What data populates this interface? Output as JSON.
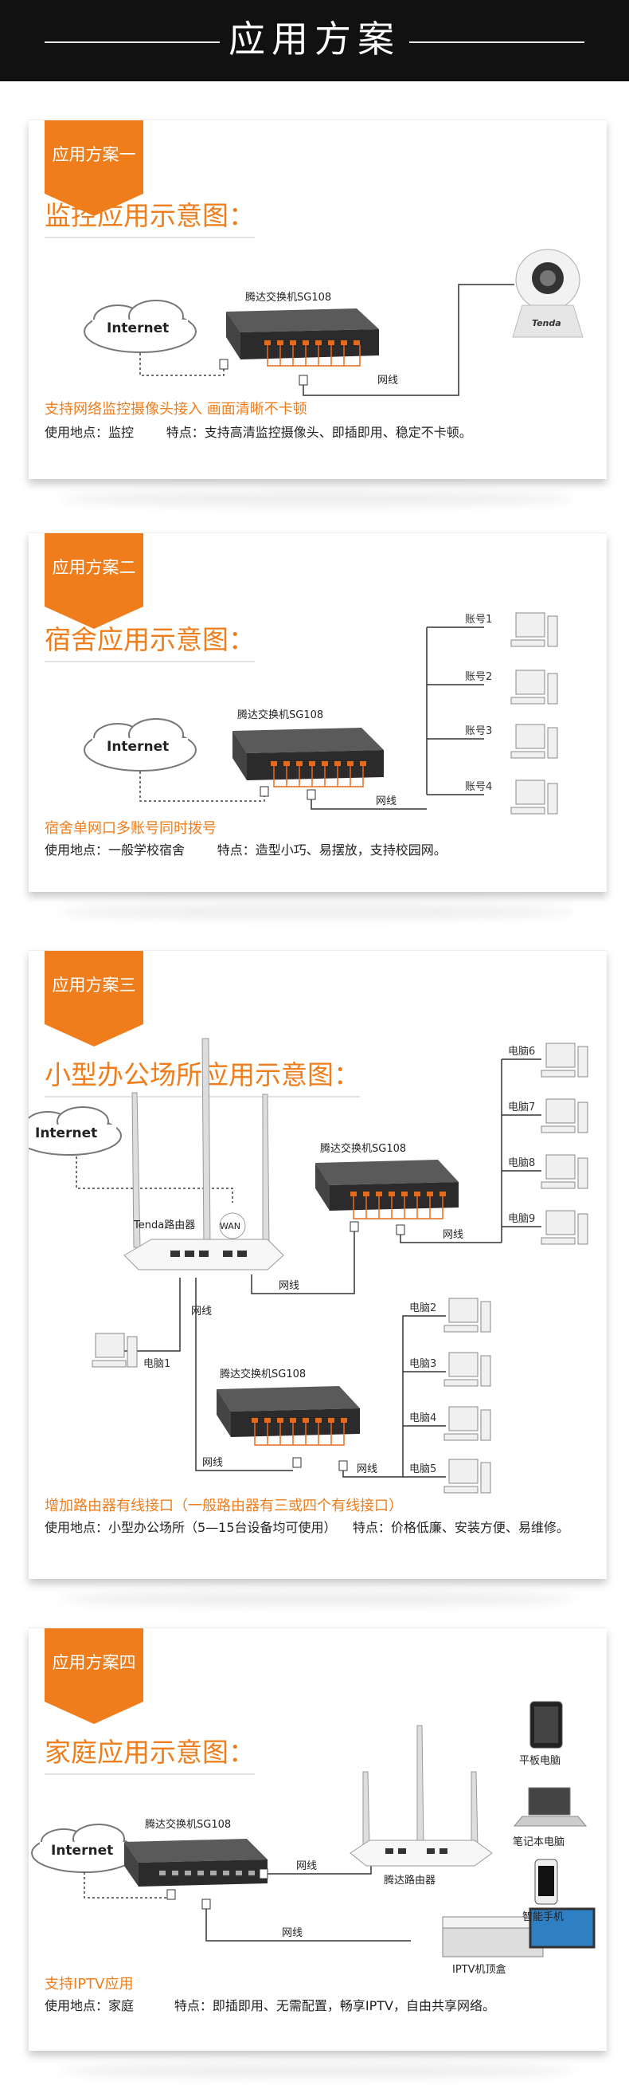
{
  "page": {
    "title": "应用方案"
  },
  "labels": {
    "internet": "Internet",
    "cable": "网线",
    "switch": "腾达交换机SG108",
    "wan": "WAN",
    "camera_brand": "Tenda"
  },
  "scenarios": [
    {
      "tag": "应用方案一",
      "title": "监控应用示意图：",
      "highlight": "支持网络监控摄像头接入  画面清晰不卡顿",
      "detail": "使用地点：监控        特点：支持高清监控摄像头、即插即用、稳定不卡顿。"
    },
    {
      "tag": "应用方案二",
      "title": "宿舍应用示意图：",
      "highlight": "宿舍单网口多账号同时拨号",
      "detail": "使用地点：一般学校宿舍        特点：造型小巧、易摆放，支持校园网。",
      "accounts": [
        "账号1",
        "账号2",
        "账号3",
        "账号4"
      ]
    },
    {
      "tag": "应用方案三",
      "title": "小型办公场所应用示意图：",
      "highlight": "增加路由器有线接口（一般路由器有三或四个有线接口）",
      "detail": "使用地点：小型办公场所（5—15台设备均可使用）    特点：价格低廉、安装方便、易维修。",
      "router_label": "Tenda路由器",
      "pc1": "电脑1",
      "pcs_upper": [
        "电脑6",
        "电脑7",
        "电脑8",
        "电脑9"
      ],
      "pcs_lower": [
        "电脑2",
        "电脑3",
        "电脑4",
        "电脑5"
      ]
    },
    {
      "tag": "应用方案四",
      "title": "家庭应用示意图：",
      "highlight": "支持IPTV应用",
      "detail": "使用地点：家庭          特点：即插即用、无需配置，畅享IPTV，自由共享网络。",
      "router_label": "腾达路由器",
      "iptv": "IPTV机顶盒",
      "devices": [
        "平板电脑",
        "笔记本电脑",
        "智能手机"
      ]
    }
  ],
  "colors": {
    "accent": "#ef7d1b",
    "header_bg": "#111111",
    "port": "#e96a1a"
  }
}
